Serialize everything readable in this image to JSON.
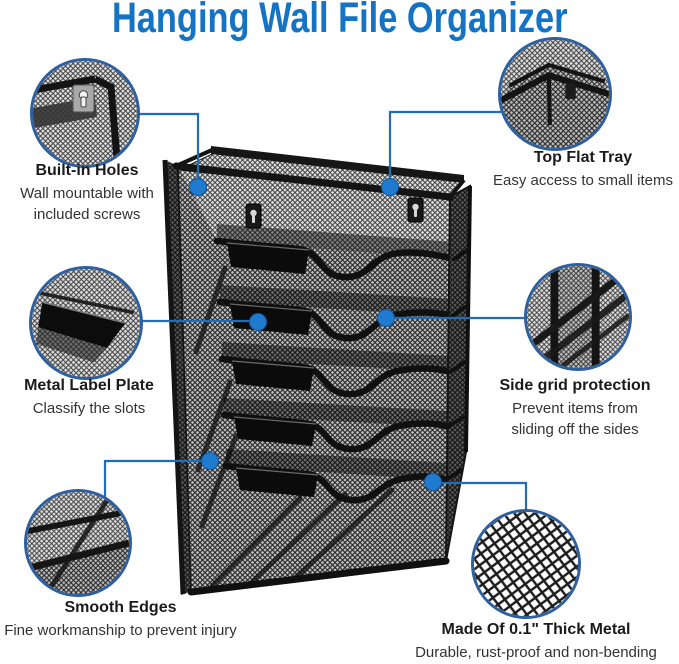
{
  "title": "Hanging Wall File Organizer",
  "colors": {
    "title_blue": "#1473c4",
    "callout_border_blue": "#2e5f9f",
    "connector_blue": "#1e6db8",
    "dot_blue": "#1f7bd0",
    "product_black": "#141414"
  },
  "product": {
    "name": "black mesh hanging wall file organizer",
    "tier_count": 5,
    "keyhole_mounts_visible": 2
  },
  "icons": {
    "keyhole_mount": "keyhole-icon (circle with slot, drawn as CSS/SVG shape)"
  },
  "callouts": [
    {
      "id": "built-in-holes",
      "heading": "Built-in Holes",
      "lines": [
        "Wall mountable with",
        "included screws"
      ]
    },
    {
      "id": "top-flat-tray",
      "heading": "Top Flat Tray",
      "lines": [
        "Easy access to small items"
      ]
    },
    {
      "id": "metal-label-plate",
      "heading": "Metal Label Plate",
      "lines": [
        "Classify the slots"
      ]
    },
    {
      "id": "side-grid-protection",
      "heading": "Side grid protection",
      "lines": [
        "Prevent items from",
        "sliding off the sides"
      ]
    },
    {
      "id": "smooth-edges",
      "heading": "Smooth Edges",
      "lines": [
        "Fine workmanship to prevent injury"
      ]
    },
    {
      "id": "thick-metal",
      "heading": "Made Of 0.1\" Thick Metal",
      "lines": [
        "Durable, rust-proof and non-bending"
      ]
    }
  ]
}
